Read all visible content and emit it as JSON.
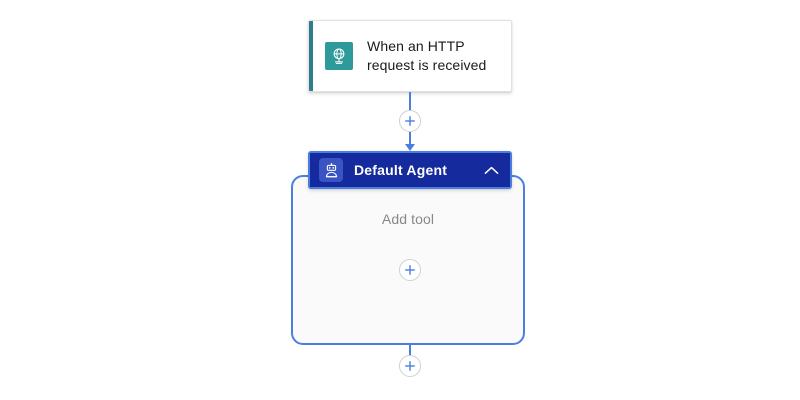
{
  "canvas": {
    "background_color": "#ffffff"
  },
  "trigger": {
    "title": "When an HTTP\nrequest is received",
    "title_line1": "When an HTTP",
    "title_line2": "request is received",
    "icon": "http-request-globe-icon",
    "icon_color": "#2e9a9a",
    "accent_color": "#2e7d8a"
  },
  "agent": {
    "title": "Default Agent",
    "icon": "robot-agent-icon",
    "header_color": "#152a9c",
    "selection_color": "#4a7fe0",
    "collapse_icon": "chevron-up-icon",
    "body_background": "#fafafa",
    "add_tool_label": "Add tool",
    "add_tool_icon": "plus-icon"
  },
  "connectors": {
    "color": "#4a7fe0",
    "insert_icon": "plus-icon"
  }
}
